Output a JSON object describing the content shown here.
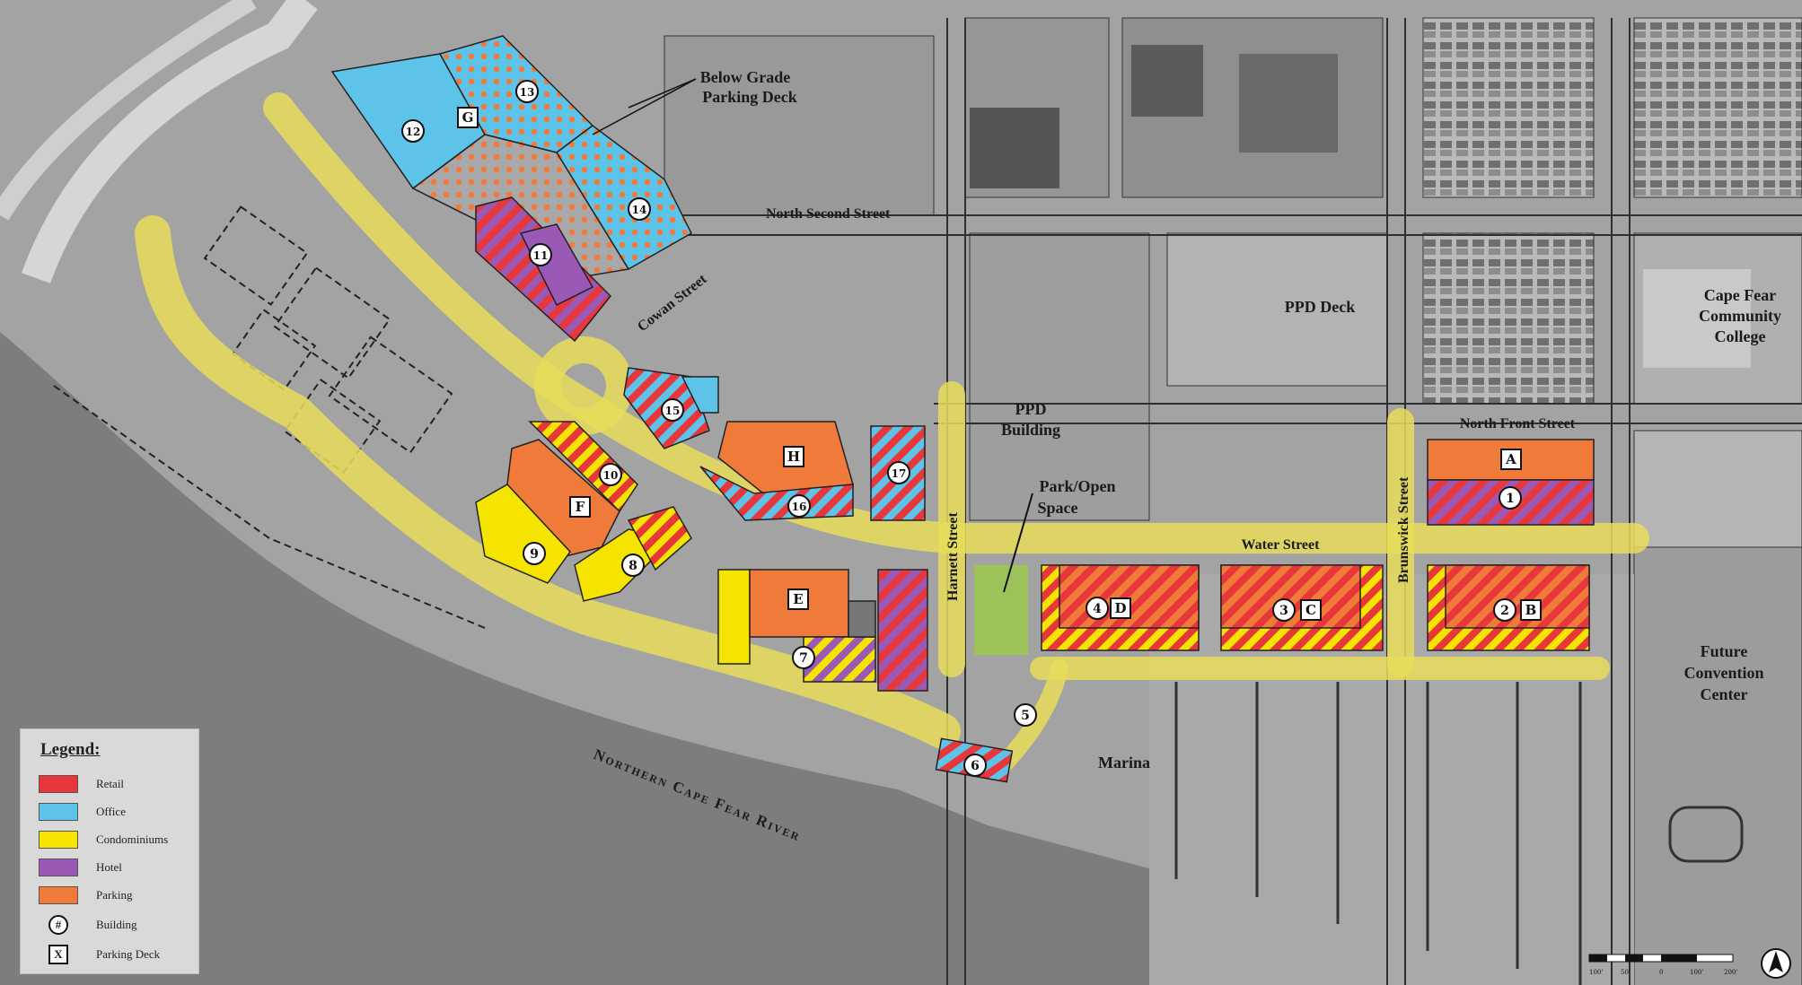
{
  "colors": {
    "retail": "#e8373a",
    "office": "#5ec3e8",
    "condominiums": "#f4e400",
    "hotel": "#9b59b6",
    "parking": "#f07a3a",
    "promenade": "#e8dd5a",
    "river": "#7d7d7d",
    "land": "#a3a3a3"
  },
  "legend": {
    "title": "Legend:",
    "items": [
      {
        "label": "Retail",
        "color": "#e8373a"
      },
      {
        "label": "Office",
        "color": "#5ec3e8"
      },
      {
        "label": "Condominiums",
        "color": "#f4e400"
      },
      {
        "label": "Hotel",
        "color": "#9b59b6"
      },
      {
        "label": "Parking",
        "color": "#f07a3a"
      }
    ],
    "building_symbol": "#",
    "building_label": "Building",
    "deck_symbol": "X",
    "deck_label": "Parking Deck"
  },
  "labels": {
    "below_grade_1": "Below Grade",
    "below_grade_2": "Parking Deck",
    "north_second": "North Second Street",
    "cowan": "Cowan Street",
    "ppd_deck": "PPD Deck",
    "cfcc_1": "Cape Fear",
    "cfcc_2": "Community",
    "cfcc_3": "College",
    "north_front": "North Front Street",
    "ppd_building_1": "PPD",
    "ppd_building_2": "Building",
    "park_1": "Park/Open",
    "park_2": "Space",
    "harnett": "Harnett Street",
    "brunswick": "Brunswick Street",
    "water": "Water Street",
    "future_1": "Future",
    "future_2": "Convention",
    "future_3": "Center",
    "marina": "Marina",
    "river": "Northern Cape Fear River"
  },
  "buildings": [
    "1",
    "2",
    "3",
    "4",
    "5",
    "6",
    "7",
    "8",
    "9",
    "10",
    "11",
    "12",
    "13",
    "14",
    "15",
    "16",
    "17"
  ],
  "parking_decks": [
    "A",
    "B",
    "C",
    "D",
    "E",
    "F",
    "G",
    "H"
  ],
  "scale_bar": {
    "ticks": [
      "100'",
      "50'",
      "0",
      "100'",
      "200'"
    ]
  }
}
